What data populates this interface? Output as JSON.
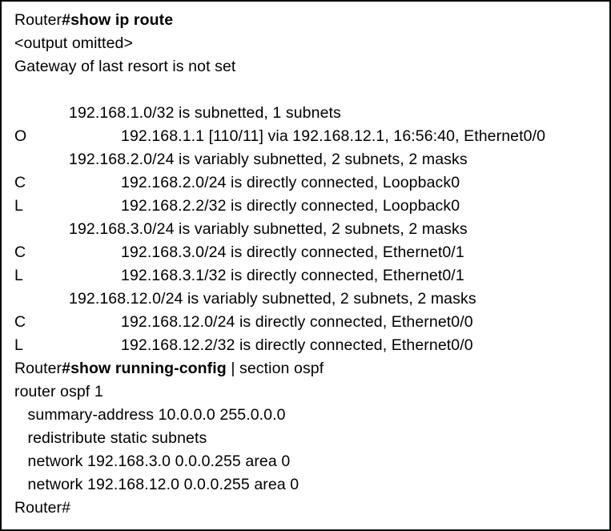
{
  "terminal": {
    "device_name": "Router",
    "prompt_symbol": "#",
    "commands": {
      "show_ip_route": "#show ip route",
      "show_running_config": "#show running-config",
      "pipe_section_ospf": " | section ospf"
    },
    "header_lines": {
      "output_omitted": "<output omitted>",
      "gateway": "Gateway of last resort is not set"
    },
    "routing_table": {
      "groups": [
        {
          "header": "192.168.1.0/32 is subnetted, 1 subnets",
          "routes": [
            {
              "code": "O",
              "text": "192.168.1.1 [110/11] via 192.168.12.1, 16:56:40, Ethernet0/0"
            }
          ]
        },
        {
          "header": "192.168.2.0/24 is variably subnetted, 2 subnets, 2 masks",
          "routes": [
            {
              "code": "C",
              "text": "192.168.2.0/24 is directly connected, Loopback0"
            },
            {
              "code": "L",
              "text": "192.168.2.2/32 is directly connected, Loopback0"
            }
          ]
        },
        {
          "header": "192.168.3.0/24 is variably subnetted, 2 subnets, 2 masks",
          "routes": [
            {
              "code": "C",
              "text": "192.168.3.0/24 is directly connected, Ethernet0/1"
            },
            {
              "code": "L",
              "text": "192.168.3.1/32 is directly connected, Ethernet0/1"
            }
          ]
        },
        {
          "header": "192.168.12.0/24 is variably subnetted, 2 subnets, 2 masks",
          "routes": [
            {
              "code": "C",
              "text": "192.168.12.0/24 is directly connected, Ethernet0/0"
            },
            {
              "code": "L",
              "text": "192.168.12.2/32 is directly connected, Ethernet0/0"
            }
          ]
        }
      ]
    },
    "running_config": {
      "lines": [
        "router ospf 1",
        " summary-address 10.0.0.0 255.0.0.0",
        " redistribute static subnets",
        " network 192.168.3.0 0.0.0.255 area 0",
        " network 192.168.12.0 0.0.0.255 area 0"
      ]
    },
    "final_prompt": "Router#"
  },
  "colors": {
    "background": "#ffffff",
    "text": "#000000",
    "border": "#000000"
  }
}
